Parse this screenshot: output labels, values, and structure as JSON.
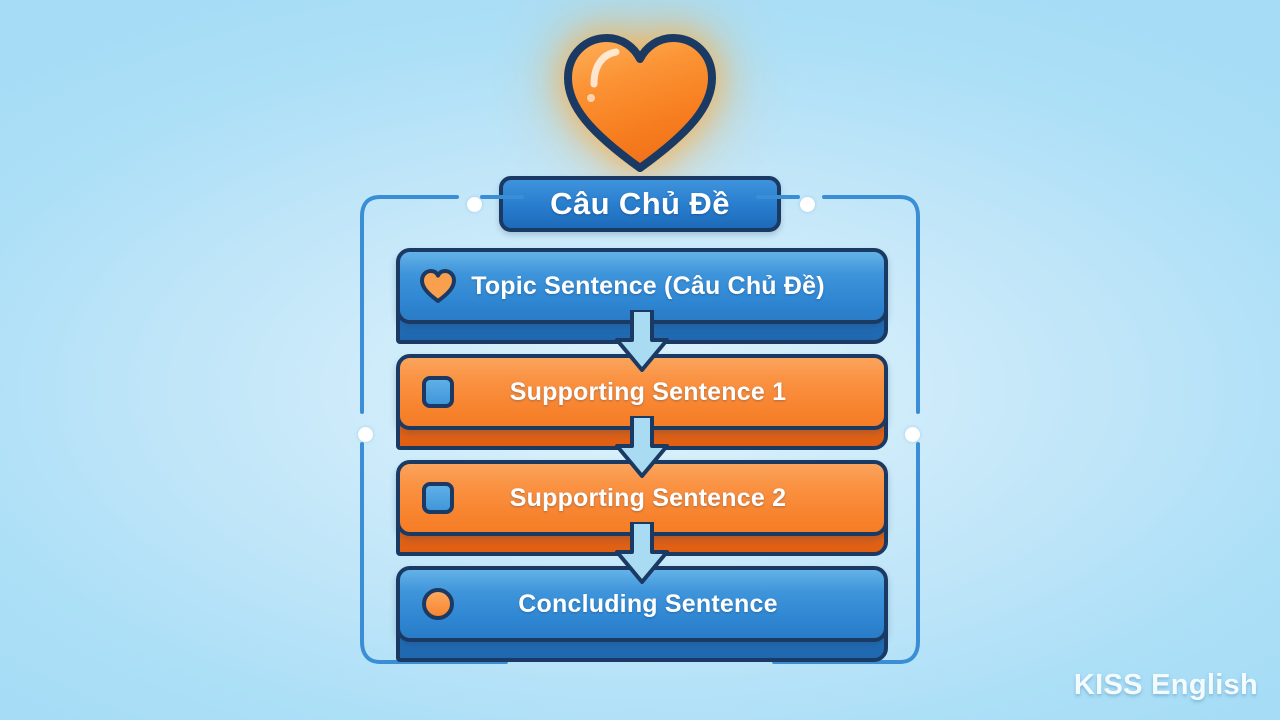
{
  "hero": {
    "icon": "heart-icon",
    "icon_fill": "#f89537",
    "icon_outline": "#1b3a63",
    "glow_color": "#ffaa3c"
  },
  "title_badge": {
    "label": "Câu Chủ Đề",
    "background": "#2a7fcf",
    "border_color": "#1b3a63",
    "text_color": "#ffffff"
  },
  "frame": {
    "line_color": "#3a8ed6",
    "dot_color": "#ffffff",
    "dot_count": 4
  },
  "steps": [
    {
      "label": "Topic Sentence (Câu Chủ Đề)",
      "icon": "heart-icon",
      "style": "blue",
      "bar_color": "#3f95da",
      "slab_color": "#1f68b0"
    },
    {
      "label": "Supporting Sentence 1",
      "icon": "square-icon",
      "style": "orange",
      "bar_color": "#fa9344",
      "slab_color": "#e05f13"
    },
    {
      "label": "Supporting Sentence 2",
      "icon": "square-icon",
      "style": "orange",
      "bar_color": "#fa9344",
      "slab_color": "#e05f13"
    },
    {
      "label": "Concluding Sentence",
      "icon": "circle-icon",
      "style": "blue",
      "bar_color": "#3f95da",
      "slab_color": "#1f68b0"
    }
  ],
  "arrows": {
    "icon": "arrow-down-icon",
    "count": 3,
    "fill": "#a9dcf3",
    "outline": "#1b3a63"
  },
  "watermark": {
    "text": "KISS English"
  },
  "background": {
    "center_color": "#ddf2fb",
    "edge_color": "#a6dcf6"
  }
}
